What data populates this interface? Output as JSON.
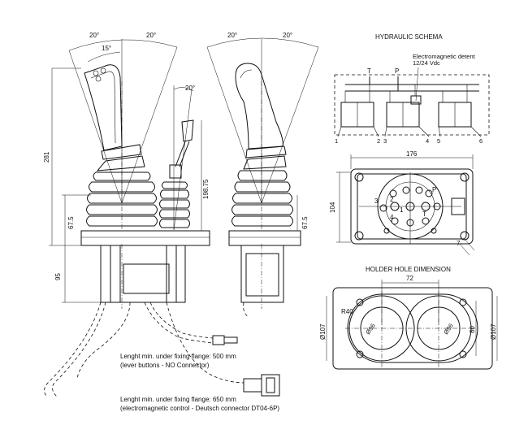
{
  "labels": {
    "hydraulic_title": "HYDRAULIC SCHEMA",
    "holder_title": "HOLDER HOLE DIMENSION",
    "detent_1": "Electromagnetic detent",
    "detent_2": "12/24 Vdc",
    "port_t": "T",
    "port_p": "P",
    "ports": [
      "1",
      "2",
      "3",
      "4",
      "5",
      "6"
    ],
    "note1_line1": "Lenght min. under fixing flange: 500 mm",
    "note1_line2": "(lever buttons - NO Connector)",
    "note2_line1": "Lenght min. under fixing flange: 650 mm",
    "note2_line2": "(electromagnetic control -  Deutsch connector DT04-6P)"
  },
  "dimensions": {
    "angle_left_1": "20°",
    "angle_right_1": "20°",
    "angle_15": "15°",
    "angle_small": "20°",
    "angle_left_2": "20°",
    "angle_right_2": "20°",
    "h281": "281",
    "h198": "198.75",
    "h67a": "67.5",
    "h67b": "67.5",
    "h95": "95",
    "w176": "176",
    "h104": "104",
    "w72": "72",
    "r40": "R40",
    "d107a": "Ø107",
    "d107b": "Ø107",
    "d80": "80",
    "d96a": "Ø96",
    "d96b": "Ø96",
    "n7": "7"
  },
  "top_view_ports": [
    "3",
    "2",
    "1",
    "4",
    "P",
    "T"
  ]
}
